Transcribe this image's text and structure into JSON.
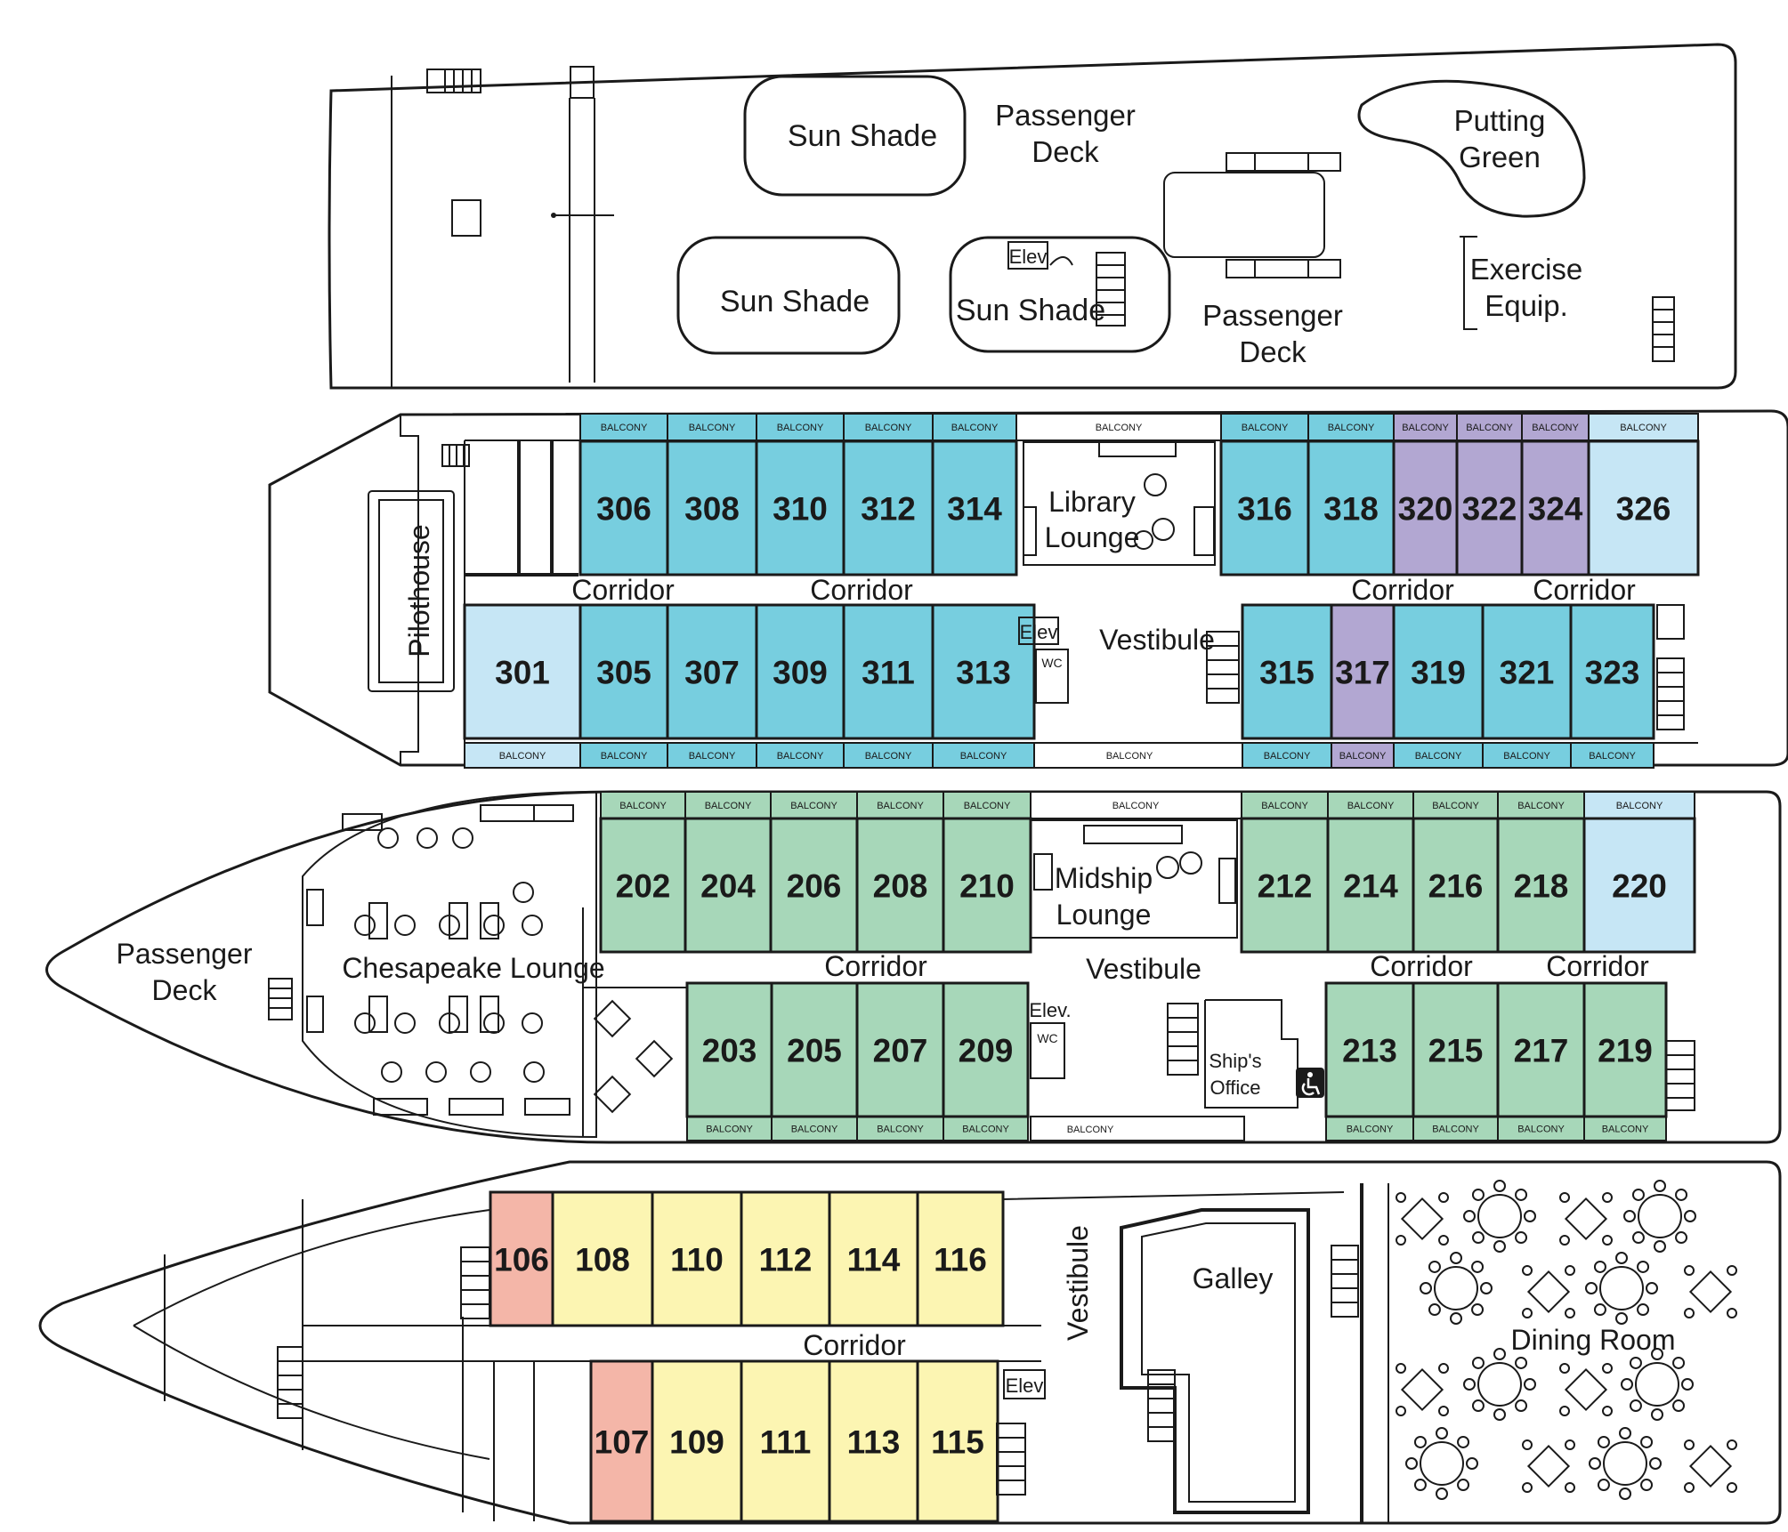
{
  "colors": {
    "teal": "#77cedf",
    "light_blue": "#c6e6f5",
    "purple": "#b2a7d2",
    "green": "#a7d7b9",
    "yellow": "#fcf5b2",
    "salmon": "#f4b6a8",
    "outline": "#1a1a1a"
  },
  "deck4": {
    "sun_shades": [
      "Sun Shade",
      "Sun Shade",
      "Sun Shade"
    ],
    "elev": "Elev",
    "passenger_deck_1": [
      "Passenger",
      "Deck"
    ],
    "passenger_deck_2": [
      "Passenger",
      "Deck"
    ],
    "putting_green": [
      "Putting",
      "Green"
    ],
    "exercise": [
      "Exercise",
      "Equip."
    ]
  },
  "deck3": {
    "pilothouse": "Pilothouse",
    "library_lounge": [
      "Library",
      "Lounge"
    ],
    "vestibule": "Vestibule",
    "elev": "Elev",
    "wc": "WC",
    "corridors": [
      "Corridor",
      "Corridor",
      "Corridor",
      "Corridor"
    ],
    "balcony": "BALCONY",
    "top_cabins": [
      {
        "num": "306",
        "type": "teal"
      },
      {
        "num": "308",
        "type": "teal"
      },
      {
        "num": "310",
        "type": "teal"
      },
      {
        "num": "312",
        "type": "teal"
      },
      {
        "num": "314",
        "type": "teal"
      },
      {
        "num": "316",
        "type": "teal"
      },
      {
        "num": "318",
        "type": "teal"
      },
      {
        "num": "320",
        "type": "purple"
      },
      {
        "num": "322",
        "type": "purple"
      },
      {
        "num": "324",
        "type": "purple"
      },
      {
        "num": "326",
        "type": "light_blue"
      }
    ],
    "bottom_cabins": [
      {
        "num": "301",
        "type": "light_blue"
      },
      {
        "num": "305",
        "type": "teal"
      },
      {
        "num": "307",
        "type": "teal"
      },
      {
        "num": "309",
        "type": "teal"
      },
      {
        "num": "311",
        "type": "teal"
      },
      {
        "num": "313",
        "type": "teal"
      },
      {
        "num": "315",
        "type": "teal"
      },
      {
        "num": "317",
        "type": "purple"
      },
      {
        "num": "319",
        "type": "teal"
      },
      {
        "num": "321",
        "type": "teal"
      },
      {
        "num": "323",
        "type": "teal"
      }
    ]
  },
  "deck2": {
    "passenger_deck": [
      "Passenger",
      "Deck"
    ],
    "chesapeake_lounge": "Chesapeake Lounge",
    "midship_lounge": [
      "Midship",
      "Lounge"
    ],
    "vestibule": "Vestibule",
    "elev": "Elev.",
    "wc": "WC",
    "ships_office": [
      "Ship's",
      "Office"
    ],
    "accessible_icon": "wheelchair-accessible",
    "corridors": [
      "Corridor",
      "Corridor",
      "Corridor"
    ],
    "balcony": "BALCONY",
    "top_cabins": [
      {
        "num": "202",
        "type": "green"
      },
      {
        "num": "204",
        "type": "green"
      },
      {
        "num": "206",
        "type": "green"
      },
      {
        "num": "208",
        "type": "green"
      },
      {
        "num": "210",
        "type": "green"
      },
      {
        "num": "212",
        "type": "green"
      },
      {
        "num": "214",
        "type": "green"
      },
      {
        "num": "216",
        "type": "green"
      },
      {
        "num": "218",
        "type": "green"
      },
      {
        "num": "220",
        "type": "light_blue"
      }
    ],
    "bottom_cabins": [
      {
        "num": "203",
        "type": "green"
      },
      {
        "num": "205",
        "type": "green"
      },
      {
        "num": "207",
        "type": "green"
      },
      {
        "num": "209",
        "type": "green"
      },
      {
        "num": "213",
        "type": "green"
      },
      {
        "num": "215",
        "type": "green"
      },
      {
        "num": "217",
        "type": "green"
      },
      {
        "num": "219",
        "type": "green"
      }
    ]
  },
  "deck1": {
    "vestibule": "Vestibule",
    "galley": "Galley",
    "dining_room": "Dining Room",
    "corridor": "Corridor",
    "elev": "Elev",
    "top_cabins": [
      {
        "num": "106",
        "type": "salmon"
      },
      {
        "num": "108",
        "type": "yellow"
      },
      {
        "num": "110",
        "type": "yellow"
      },
      {
        "num": "112",
        "type": "yellow"
      },
      {
        "num": "114",
        "type": "yellow"
      },
      {
        "num": "116",
        "type": "yellow"
      }
    ],
    "bottom_cabins": [
      {
        "num": "107",
        "type": "salmon"
      },
      {
        "num": "109",
        "type": "yellow"
      },
      {
        "num": "111",
        "type": "yellow"
      },
      {
        "num": "113",
        "type": "yellow"
      },
      {
        "num": "115",
        "type": "yellow"
      }
    ]
  }
}
